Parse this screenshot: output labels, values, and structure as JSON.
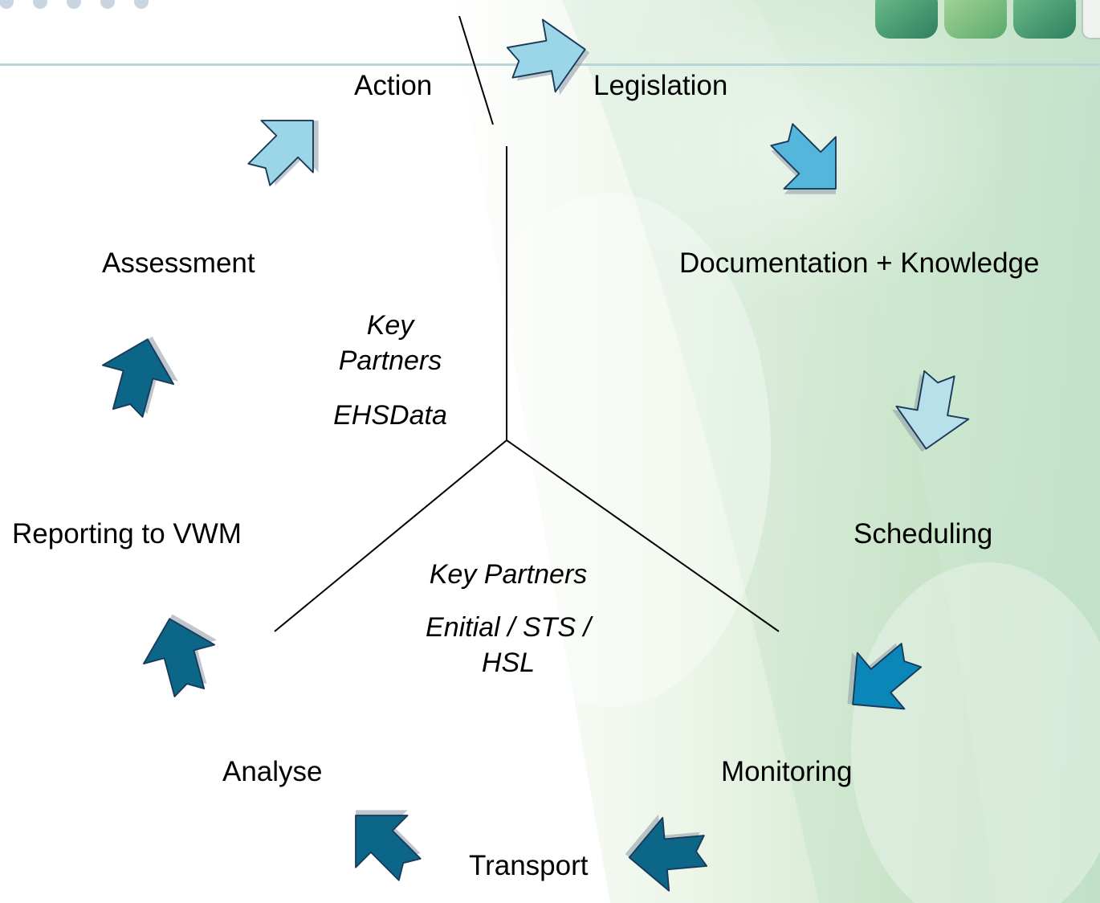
{
  "stages": {
    "action": "Action",
    "legislation": "Legislation",
    "documentation": "Documentation + Knowledge",
    "scheduling": "Scheduling",
    "monitoring": "Monitoring",
    "transport": "Transport",
    "analyse": "Analyse",
    "reporting": "Reporting to VWM",
    "assessment": "Assessment"
  },
  "partners": {
    "upper": {
      "line1": "Key",
      "line2": "Partners",
      "name": "EHSData"
    },
    "lower": {
      "line1": "Key Partners",
      "name_line1": "Enitial / STS /",
      "name_line2": "HSL"
    }
  },
  "colors": {
    "arrow_light": "#9ad6e8",
    "arrow_mid": "#55b6dc",
    "arrow_pale": "#b8e0ea",
    "arrow_teal": "#0a86b8",
    "arrow_dark": "#0b6688",
    "arrow_outline": "#1a3a5a",
    "arrow_shadow": "#8a99a6",
    "divider": "#000000",
    "header_rule": "#b7d6d8"
  }
}
